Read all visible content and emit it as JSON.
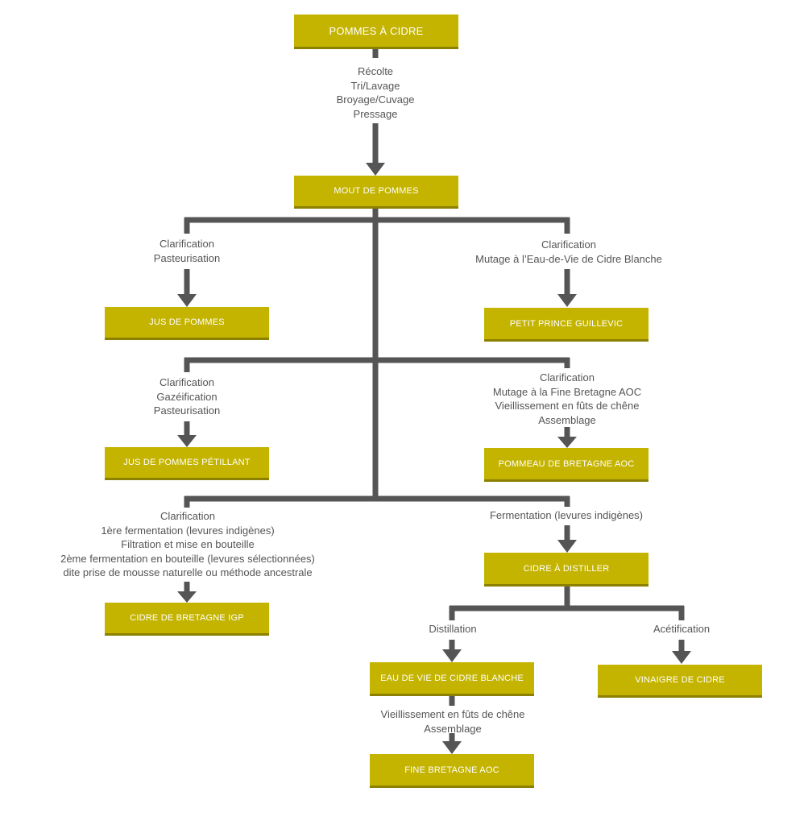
{
  "colors": {
    "box_fill": "#c4b400",
    "box_shadow": "#8c8000",
    "box_text": "#ffffff",
    "connector": "#555555",
    "step_text": "#555555"
  },
  "nodes": {
    "pommes_a_cidre": "POMMES À CIDRE",
    "mout_de_pommes": "MOUT DE POMMES",
    "jus_de_pommes": "JUS DE POMMES",
    "petit_prince": "PETIT PRINCE GUILLEVIC",
    "jus_petillant": "JUS DE POMMES PÉTILLANT",
    "pommeau": "POMMEAU DE BRETAGNE AOC",
    "cidre_a_distiller": "CIDRE À DISTILLER",
    "cidre_igp": "CIDRE DE BRETAGNE IGP",
    "eau_de_vie": "EAU DE VIE DE CIDRE BLANCHE",
    "vinaigre": "VINAIGRE DE CIDRE",
    "fine_bretagne": "FINE BRETAGNE AOC"
  },
  "steps": {
    "pommes_to_mout": [
      "Récolte",
      "Tri/Lavage",
      "Broyage/Cuvage",
      "Pressage"
    ],
    "to_jus": [
      "Clarification",
      "Pasteurisation"
    ],
    "to_petit_prince": [
      "Clarification",
      "Mutage à l’Eau-de-Vie de Cidre Blanche"
    ],
    "to_jus_petillant": [
      "Clarification",
      "Gazéification",
      "Pasteurisation"
    ],
    "to_pommeau": [
      "Clarification",
      "Mutage à la Fine Bretagne AOC",
      "Vieillissement en fûts de chêne",
      "Assemblage"
    ],
    "to_cidre_igp": [
      "Clarification",
      "1ère fermentation (levures indigènes)",
      "Filtration et mise en bouteille",
      "2ème fermentation en bouteille (levures sélectionnées)",
      "dite prise de mousse naturelle ou méthode ancestrale"
    ],
    "to_cidre_a_distiller": [
      "Fermentation (levures indigènes)"
    ],
    "to_eau_de_vie": [
      "Distillation"
    ],
    "to_vinaigre": [
      "Acétification"
    ],
    "to_fine_bretagne": [
      "Vieillissement en fûts de chêne",
      "Assemblage"
    ]
  }
}
